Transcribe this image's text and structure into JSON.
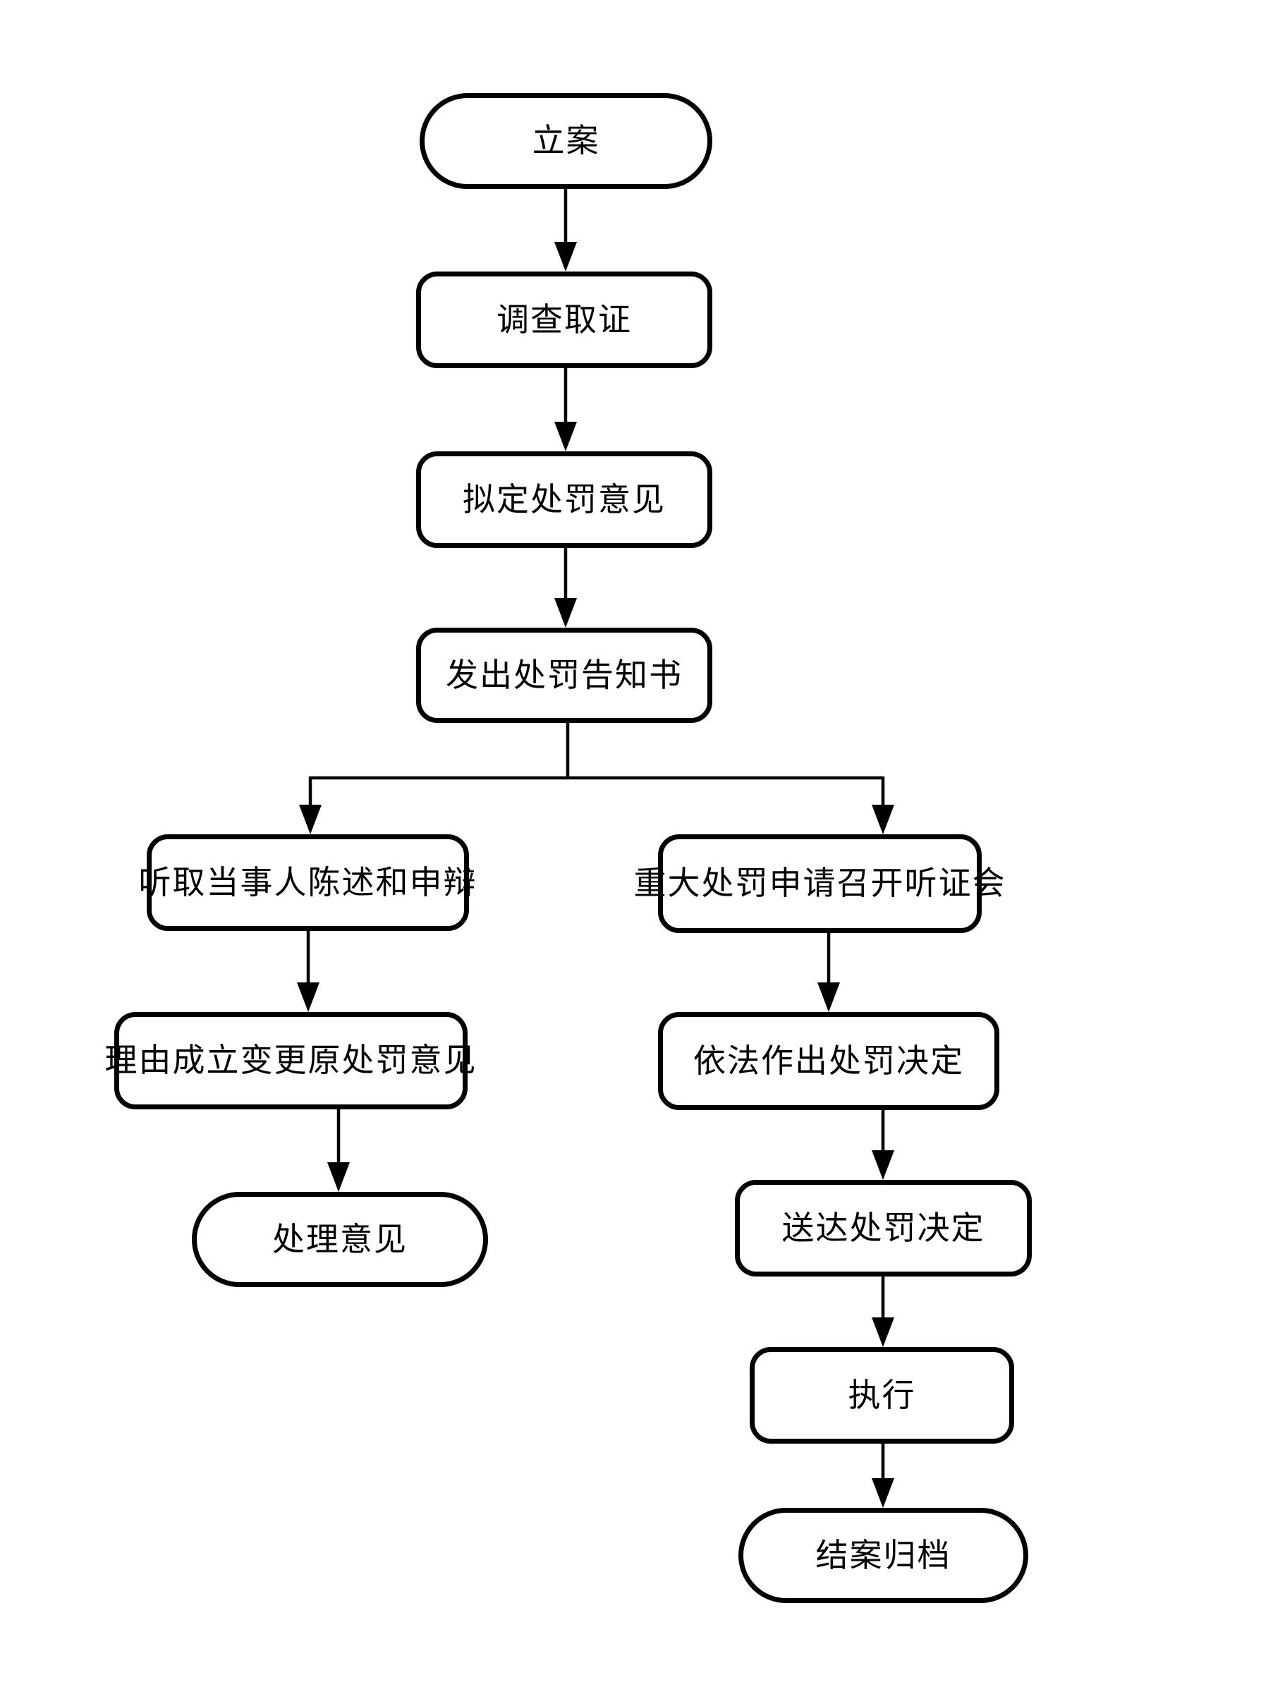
{
  "diagram": {
    "type": "flowchart",
    "direction": "top-down",
    "background_color": "#ffffff",
    "stroke_color": "#000000",
    "text_color": "#000000",
    "nodes": [
      {
        "id": "case-filing",
        "label": "立案",
        "shape": "stadium"
      },
      {
        "id": "investigation",
        "label": "调查取证",
        "shape": "rounded-rect"
      },
      {
        "id": "draft-penalty-opinion",
        "label": "拟定处罚意见",
        "shape": "rounded-rect"
      },
      {
        "id": "penalty-notice",
        "label": "发出处罚告知书",
        "shape": "rounded-rect"
      },
      {
        "id": "hear-statement-defense",
        "label": "听取当事人陈述和申辩",
        "shape": "rounded-rect"
      },
      {
        "id": "change-original-opinion",
        "label": "理由成立变更原处罚意见",
        "shape": "rounded-rect"
      },
      {
        "id": "handling-opinion",
        "label": "处理意见",
        "shape": "stadium"
      },
      {
        "id": "major-penalty-hearing",
        "label": "重大处罚申请召开听证会",
        "shape": "rounded-rect"
      },
      {
        "id": "penalty-decision",
        "label": "依法作出处罚决定",
        "shape": "rounded-rect"
      },
      {
        "id": "deliver-decision",
        "label": "送达处罚决定",
        "shape": "rounded-rect"
      },
      {
        "id": "execution",
        "label": "执行",
        "shape": "rounded-rect"
      },
      {
        "id": "case-closing",
        "label": "结案归档",
        "shape": "stadium"
      }
    ],
    "edges": [
      {
        "from": "case-filing",
        "to": "investigation"
      },
      {
        "from": "investigation",
        "to": "draft-penalty-opinion"
      },
      {
        "from": "draft-penalty-opinion",
        "to": "penalty-notice"
      },
      {
        "from": "penalty-notice",
        "to": "hear-statement-defense"
      },
      {
        "from": "penalty-notice",
        "to": "major-penalty-hearing"
      },
      {
        "from": "hear-statement-defense",
        "to": "change-original-opinion"
      },
      {
        "from": "change-original-opinion",
        "to": "handling-opinion"
      },
      {
        "from": "major-penalty-hearing",
        "to": "penalty-decision"
      },
      {
        "from": "penalty-decision",
        "to": "deliver-decision"
      },
      {
        "from": "deliver-decision",
        "to": "execution"
      },
      {
        "from": "execution",
        "to": "case-closing"
      }
    ]
  }
}
